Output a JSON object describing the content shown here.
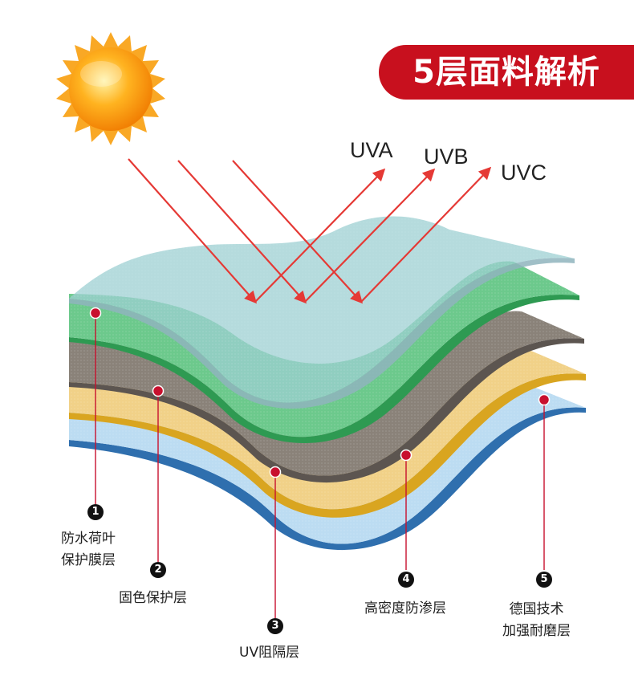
{
  "title": "5层面料解析",
  "rays": [
    "UVA",
    "UVB",
    "UVC"
  ],
  "layers": [
    {
      "num": "1",
      "line1": "防水荷叶",
      "line2": "保护膜层"
    },
    {
      "num": "2",
      "line1": "固色保护层"
    },
    {
      "num": "3",
      "line1": "UV阻隔层"
    },
    {
      "num": "4",
      "line1": "高密度防渗层"
    },
    {
      "num": "5",
      "line1": "德国技术",
      "line2": "加强耐磨层"
    }
  ],
  "colors": {
    "badge": "#c8101e",
    "arrow": "#e53935",
    "marker": "#c8102e",
    "layer_top": "#a9d3d8",
    "layer_green": "#6cc98c",
    "layer_gray": "#8a8279",
    "layer_yellow": "#f1d188",
    "layer_blue": "#bcdcf2"
  },
  "icons": [
    "sun-icon"
  ]
}
